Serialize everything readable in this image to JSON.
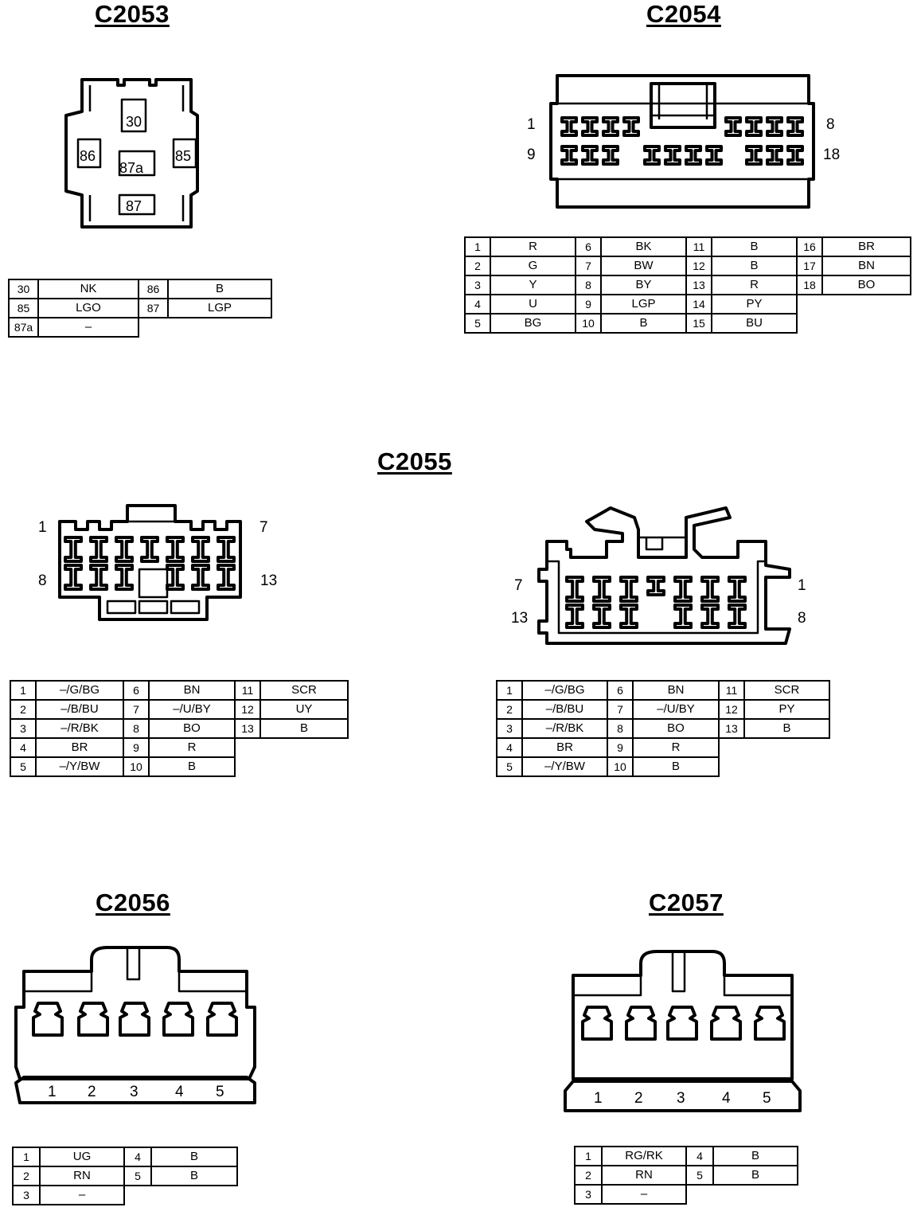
{
  "connectors": [
    {
      "id": "C2053",
      "pin_labels": [
        "30",
        "86",
        "87a",
        "85",
        "87"
      ],
      "rows": [
        [
          [
            "30",
            "NK"
          ],
          [
            "86",
            "B"
          ]
        ],
        [
          [
            "85",
            "LGO"
          ],
          [
            "87",
            "LGP"
          ]
        ],
        [
          [
            "87a",
            "–"
          ]
        ]
      ]
    },
    {
      "id": "C2054",
      "end_labels": {
        "top_left": "1",
        "top_right": "8",
        "bottom_left": "9",
        "bottom_right": "18"
      },
      "rows": [
        [
          [
            "1",
            "R"
          ],
          [
            "6",
            "BK"
          ],
          [
            "11",
            "B"
          ],
          [
            "16",
            "BR"
          ]
        ],
        [
          [
            "2",
            "G"
          ],
          [
            "7",
            "BW"
          ],
          [
            "12",
            "B"
          ],
          [
            "17",
            "BN"
          ]
        ],
        [
          [
            "3",
            "Y"
          ],
          [
            "8",
            "BY"
          ],
          [
            "13",
            "R"
          ],
          [
            "18",
            "BO"
          ]
        ],
        [
          [
            "4",
            "U"
          ],
          [
            "9",
            "LGP"
          ],
          [
            "14",
            "PY"
          ]
        ],
        [
          [
            "5",
            "BG"
          ],
          [
            "10",
            "B"
          ],
          [
            "15",
            "BU"
          ]
        ]
      ]
    },
    {
      "id": "C2055",
      "variants": [
        {
          "end_labels": {
            "top_left": "1",
            "top_right": "7",
            "bottom_left": "8",
            "bottom_right": "13"
          },
          "rows": [
            [
              [
                "1",
                "–/G/BG"
              ],
              [
                "6",
                "BN"
              ],
              [
                "11",
                "SCR"
              ]
            ],
            [
              [
                "2",
                "–/B/BU"
              ],
              [
                "7",
                "–/U/BY"
              ],
              [
                "12",
                "UY"
              ]
            ],
            [
              [
                "3",
                "–/R/BK"
              ],
              [
                "8",
                "BO"
              ],
              [
                "13",
                "B"
              ]
            ],
            [
              [
                "4",
                "BR"
              ],
              [
                "9",
                "R"
              ]
            ],
            [
              [
                "5",
                "–/Y/BW"
              ],
              [
                "10",
                "B"
              ]
            ]
          ]
        },
        {
          "end_labels": {
            "top_left": "7",
            "top_right": "1",
            "bottom_left": "13",
            "bottom_right": "8"
          },
          "rows": [
            [
              [
                "1",
                "–/G/BG"
              ],
              [
                "6",
                "BN"
              ],
              [
                "11",
                "SCR"
              ]
            ],
            [
              [
                "2",
                "–/B/BU"
              ],
              [
                "7",
                "–/U/BY"
              ],
              [
                "12",
                "PY"
              ]
            ],
            [
              [
                "3",
                "–/R/BK"
              ],
              [
                "8",
                "BO"
              ],
              [
                "13",
                "B"
              ]
            ],
            [
              [
                "4",
                "BR"
              ],
              [
                "9",
                "R"
              ]
            ],
            [
              [
                "5",
                "–/Y/BW"
              ],
              [
                "10",
                "B"
              ]
            ]
          ]
        }
      ]
    },
    {
      "id": "C2056",
      "pin_numbers": [
        "1",
        "2",
        "3",
        "4",
        "5"
      ],
      "rows": [
        [
          [
            "1",
            "UG"
          ],
          [
            "4",
            "B"
          ]
        ],
        [
          [
            "2",
            "RN"
          ],
          [
            "5",
            "B"
          ]
        ],
        [
          [
            "3",
            "–"
          ]
        ]
      ]
    },
    {
      "id": "C2057",
      "pin_numbers": [
        "1",
        "2",
        "3",
        "4",
        "5"
      ],
      "rows": [
        [
          [
            "1",
            "RG/RK"
          ],
          [
            "4",
            "B"
          ]
        ],
        [
          [
            "2",
            "RN"
          ],
          [
            "5",
            "B"
          ]
        ],
        [
          [
            "3",
            "–"
          ]
        ]
      ]
    }
  ]
}
